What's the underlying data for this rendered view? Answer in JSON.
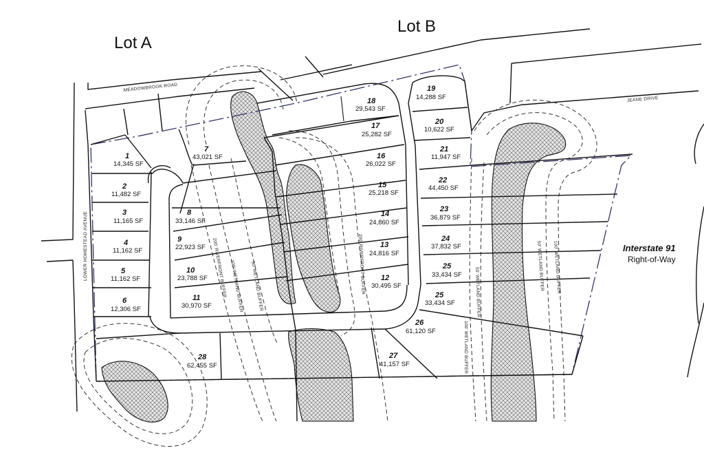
{
  "labels": {
    "lot_a": "Lot A",
    "lot_b": "Lot B"
  },
  "roads": {
    "meadowbrook": "MEADOWBROOK ROAD",
    "jeane": "JEANE DRIVE",
    "lower_homestead": "LOWER HOMESTEAD AVENUE"
  },
  "highway": {
    "name": "Interstate 91",
    "sub": "Right-of-Way"
  },
  "buffers": {
    "riverfront_200_a": "200' RIVERFRONT BUFFER",
    "wetland_100_a": "100' WETLAND BUFFER",
    "wetland_50_a": "50' WETLAND BUFFER",
    "riverfront_200_b": "200' RIVERFRONT BUFFER",
    "wetland_100_b": "100' WETLAND BUFFER",
    "wetland_50_b": "50' WETLAND BUFFER",
    "wetland_100_c": "100' WETLAND BUFFER"
  },
  "lots": [
    {
      "num": "1",
      "area": "14,345 SF"
    },
    {
      "num": "2",
      "area": "11,482 SF"
    },
    {
      "num": "3",
      "area": "11,165 SF"
    },
    {
      "num": "4",
      "area": "11,162 SF"
    },
    {
      "num": "5",
      "area": "11,162 SF"
    },
    {
      "num": "6",
      "area": "12,306 SF"
    },
    {
      "num": "7",
      "area": "43,021 SF"
    },
    {
      "num": "8",
      "area": "33,146 SF"
    },
    {
      "num": "9",
      "area": "22,923 SF"
    },
    {
      "num": "10",
      "area": "23,788 SF"
    },
    {
      "num": "11",
      "area": "30,970 SF"
    },
    {
      "num": "12",
      "area": "30,495 SF"
    },
    {
      "num": "13",
      "area": "24,816 SF"
    },
    {
      "num": "14",
      "area": "24,860 SF"
    },
    {
      "num": "15",
      "area": "25,218 SF"
    },
    {
      "num": "16",
      "area": "26,022 SF"
    },
    {
      "num": "17",
      "area": "25,282 SF"
    },
    {
      "num": "18",
      "area": "29,543 SF"
    },
    {
      "num": "19",
      "area": "14,288 SF"
    },
    {
      "num": "20",
      "area": "10,622 SF"
    },
    {
      "num": "21",
      "area": "11,947 SF"
    },
    {
      "num": "22",
      "area": "44,450 SF"
    },
    {
      "num": "23",
      "area": "36,879 SF"
    },
    {
      "num": "24",
      "area": "37,832 SF"
    },
    {
      "num": "25",
      "area": "33,434 SF"
    },
    {
      "num": "25",
      "area": "33,434 SF"
    },
    {
      "num": "26",
      "area": "61,120 SF"
    },
    {
      "num": "27",
      "area": "41,157 SF"
    },
    {
      "num": "28",
      "area": "62,455 SF"
    }
  ]
}
